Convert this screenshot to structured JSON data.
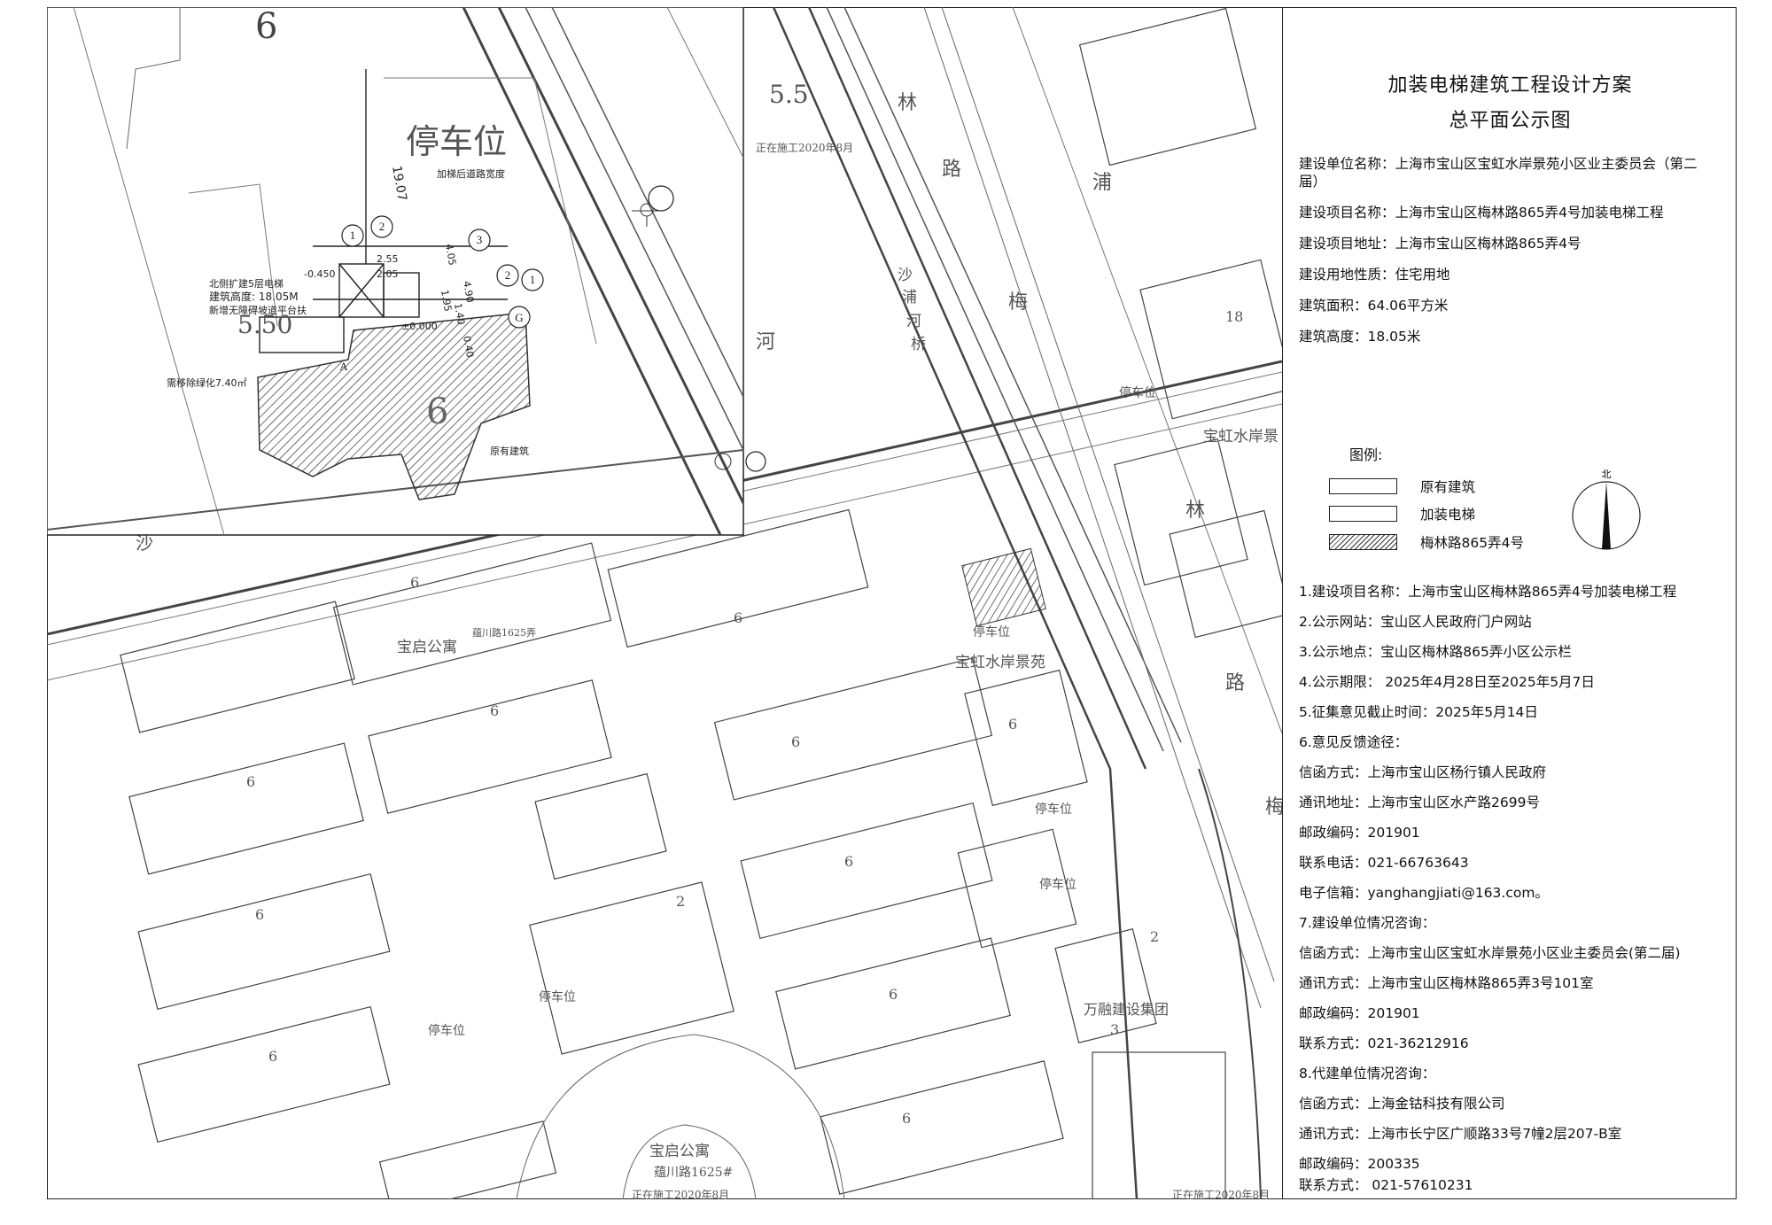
{
  "panel": {
    "title_main": "加装电梯建筑工程设计方案",
    "title_sub": "总平面公示图",
    "builder_name": "建设单位名称：上海市宝山区宝虹水岸景苑小区业主委员会（第二届）",
    "project_name": "建设项目名称：上海市宝山区梅林路865弄4号加装电梯工程",
    "project_address": "建设项目地址：上海市宝山区梅林路865弄4号",
    "land_use": "建设用地性质：住宅用地",
    "floor_area": "建筑面积：64.06平方米",
    "building_height": "建筑高度：18.05米",
    "legend_title": "图例:",
    "legend": [
      {
        "label": "原有建筑"
      },
      {
        "label": "加装电梯"
      },
      {
        "label": "梅林路865弄4号"
      }
    ],
    "north_label": "北",
    "items": [
      "1.建设项目名称：上海市宝山区梅林路865弄4号加装电梯工程",
      "2.公示网站：宝山区人民政府门户网站",
      "3.公示地点：宝山区梅林路865弄小区公示栏",
      "4.公示期限：  2025年4月28日至2025年5月7日",
      "5.征集意见截止时间：2025年5月14日",
      "6.意见反馈途径：",
      "信函方式：上海市宝山区杨行镇人民政府",
      "通讯地址：上海市宝山区水产路2699号",
      "邮政编码：201901",
      "联系电话：021-66763643",
      "电子信箱：yanghangjiati@163.com。",
      "7.建设单位情况咨询：",
      "信函方式：上海市宝山区宝虹水岸景苑小区业主委员会(第二届)",
      "通讯方式：上海市宝山区梅林路865弄3号101室",
      "邮政编码：201901",
      "联系方式：021-36212916",
      "8.代建单位情况咨询：",
      "信函方式：上海金钴科技有限公司",
      "通讯方式：上海市长宁区广顺路33号7幢2层207-B室",
      "邮政编码：200335",
      "联系方式：  021-57610231"
    ]
  },
  "inset": {
    "parking": "停车位",
    "elev_left": "5.50",
    "elev_top": "5.5",
    "dim_19": "19.07",
    "dim_405": "4.05",
    "dim_255": "2.55",
    "dim_205": "2.05",
    "dim_490": "4.90",
    "dim_195": "1.95",
    "dim_140": "1.40",
    "dim_040": "0.40",
    "level_neg": "-0.450",
    "level_zero": "±0.000",
    "note_road": "加梯后道路宽度",
    "note_elevator": "北侧扩建5层电梯",
    "note_height": "建筑高度: 18.05M",
    "note_stair": "新增无障碍坡道平台扶",
    "note_green": "需移除绿化7.40㎡",
    "note_existing": "原有建筑",
    "building_no": "6",
    "grid_letter": "G",
    "axis_a": "A",
    "axes": [
      "1",
      "2",
      "3",
      "2",
      "1"
    ],
    "note_construct": "正在施工2020年8月"
  },
  "map": {
    "road_shapu": "沙",
    "road_shapu2": "浦",
    "road_lin1": "林",
    "road_lin2": "林",
    "road_lu1": "路",
    "road_lu2": "路",
    "road_mei1": "梅",
    "road_mei2": "梅",
    "river": "河",
    "bridge": [
      "沙",
      "浦",
      "河",
      "桥"
    ],
    "compound_north": "宝虹水岸景",
    "compound_south": "宝虹水岸景苑",
    "baoqi1": "宝启公寓",
    "baoqi1_addr": "蕴川路1625弄",
    "baoqi2": "宝启公寓",
    "baoqi2_addr": "蕴川路1625#",
    "wanrong": "万融建设集团",
    "parking": "停车位",
    "construct1": "正在施工2020年8月",
    "construct2": "正在施工2020年8月",
    "bldg_6": "6",
    "bldg_2": "2",
    "bldg_3": "3",
    "bldg_18": "18"
  }
}
